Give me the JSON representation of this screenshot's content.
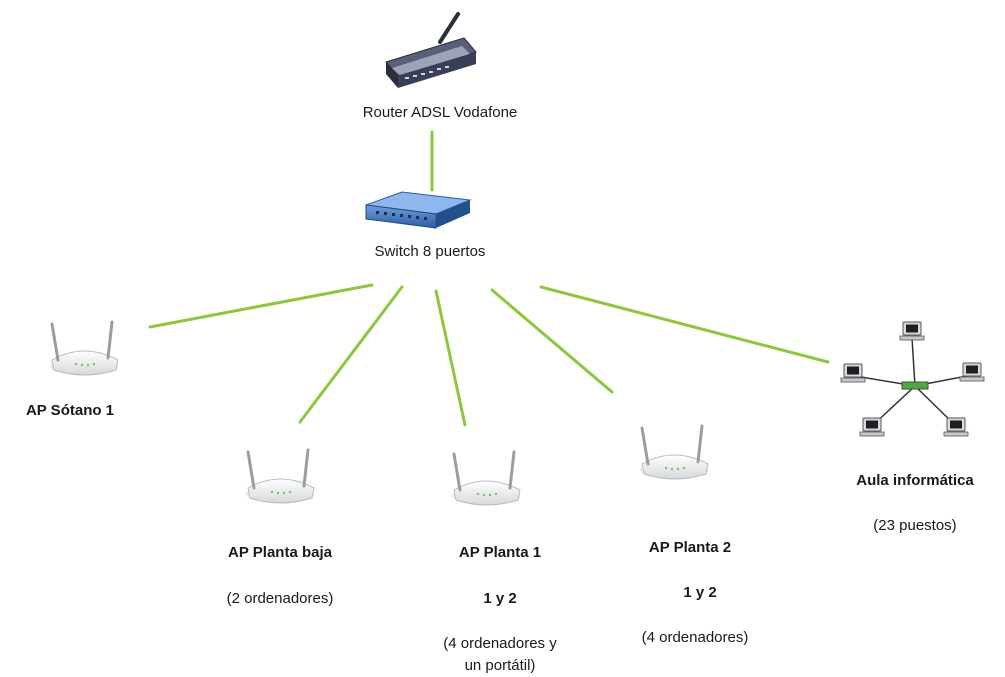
{
  "router": {
    "label": "Router ADSL Vodafone"
  },
  "switch": {
    "label": "Switch 8 puertos"
  },
  "ap_sotano": {
    "label": "AP Sótano 1"
  },
  "ap_planta_baja": {
    "label": "AP Planta baja",
    "detail": "(2 ordenadores)"
  },
  "ap_planta_1": {
    "label": "AP Planta 1",
    "sub": "1 y 2",
    "detail_line1": "(4 ordenadores y",
    "detail_line2": "un portátil)"
  },
  "ap_planta_2": {
    "label": "AP Planta 2",
    "sub": "1 y 2",
    "detail": "(4 ordenadores)"
  },
  "aula": {
    "label": "Aula informática",
    "detail": "(23 puestos)"
  },
  "colors": {
    "link": "#8dc63f",
    "switch_blue": "#3a6fb3",
    "router_dark": "#3b3f55"
  }
}
